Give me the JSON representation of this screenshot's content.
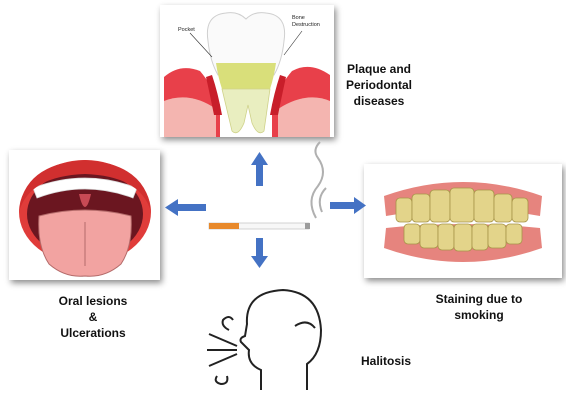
{
  "labels": {
    "plaque": [
      "Plaque and",
      "Periodontal",
      "diseases"
    ],
    "oral": [
      "Oral lesions",
      "&",
      "Ulcerations"
    ],
    "staining": [
      "Staining due to",
      "smoking"
    ],
    "halitosis": "Halitosis"
  },
  "tooth_figure": {
    "pocket_label": "Pocket",
    "bone_label": [
      "Bone",
      "Destruction"
    ]
  },
  "colors": {
    "arrow": "#4472c4",
    "gum": "#e8404a",
    "plaque": "#d9df7a",
    "tongue": "#f2a3a1",
    "stained_teeth": "#e3d48a"
  },
  "icons": [
    "cigarette-icon",
    "smoke-icon",
    "tooth-cross-section-icon",
    "open-mouth-icon",
    "stained-teeth-icon",
    "breath-face-icon"
  ]
}
